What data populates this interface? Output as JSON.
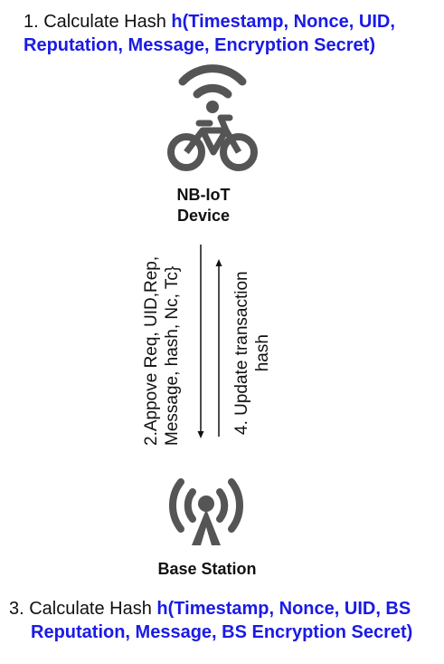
{
  "step1": {
    "prefix": "1. Calculate Hash ",
    "formula_line1": "h(Timestamp, Nonce, UID,",
    "formula_line2": "Reputation,  Message, Encryption Secret)"
  },
  "device": {
    "icon": "bike-with-wifi-icon",
    "label_line1": "NB-IoT",
    "label_line2": "Device"
  },
  "step2": {
    "line1": "2.Appove Req, UID,Rep,",
    "line2": "Message, hash, Nc, Tc}"
  },
  "step4": {
    "line1": "4. Update transaction",
    "line2": "hash"
  },
  "base_station": {
    "icon": "radio-tower-icon",
    "label": "Base Station"
  },
  "step3": {
    "prefix": "3. Calculate Hash ",
    "formula_line1": "h(Timestamp, Nonce, UID, BS",
    "formula_line2": "Reputation, Message, BS Encryption Secret)"
  },
  "colors": {
    "text": "#111111",
    "highlight": "#1a1ae6",
    "icon": "#555555"
  }
}
